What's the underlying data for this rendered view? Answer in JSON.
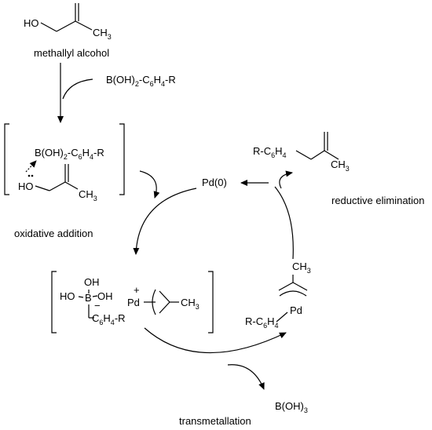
{
  "labels": {
    "methallyl_alcohol": "methallyl alcohol",
    "ho_top": "HO",
    "ch3_top": "CH",
    "ch3_top_sub": "3",
    "boronic_reagent_a": "B(OH)",
    "boronic_reagent_sub1": "2",
    "boronic_reagent_b": "-C",
    "boronic_reagent_sub2": "6",
    "boronic_reagent_c": "H",
    "boronic_reagent_sub3": "4",
    "boronic_reagent_d": "-R",
    "complex_boron_a": "B(OH)",
    "complex_boron_sub1": "2",
    "complex_boron_b": "-C",
    "complex_boron_sub2": "6",
    "complex_boron_c": "H",
    "complex_boron_sub3": "4",
    "complex_boron_d": "-R",
    "complex_ho": "HO",
    "complex_ch3": "CH",
    "complex_ch3_sub": "3",
    "pd0": "Pd(0)",
    "product_a": "R-C",
    "product_sub1": "6",
    "product_b": "H",
    "product_sub2": "4",
    "product_ch3": "CH",
    "product_ch3_sub": "3",
    "reductive_elimination": "reductive elimination",
    "oxidative_addition": "oxidative addition",
    "borate_ho": "HO",
    "borate_oh1": "OH",
    "borate_oh2": "OH",
    "borate_b": "B",
    "borate_minus": "−",
    "borate_aryl_a": "C",
    "borate_aryl_sub1": "6",
    "borate_aryl_b": "H",
    "borate_aryl_sub2": "4",
    "borate_aryl_c": "-R",
    "pd_plus": "+",
    "pd_cation": "Pd",
    "allyl_ch3": "CH",
    "allyl_ch3_sub": "3",
    "right_ch3": "CH",
    "right_ch3_sub": "3",
    "right_pd": "Pd",
    "right_aryl_a": "R-C",
    "right_aryl_sub1": "6",
    "right_aryl_b": "H",
    "right_aryl_sub2": "4",
    "transmetallation": "transmetallation",
    "boh3_a": "B(OH)",
    "boh3_sub": "3"
  }
}
